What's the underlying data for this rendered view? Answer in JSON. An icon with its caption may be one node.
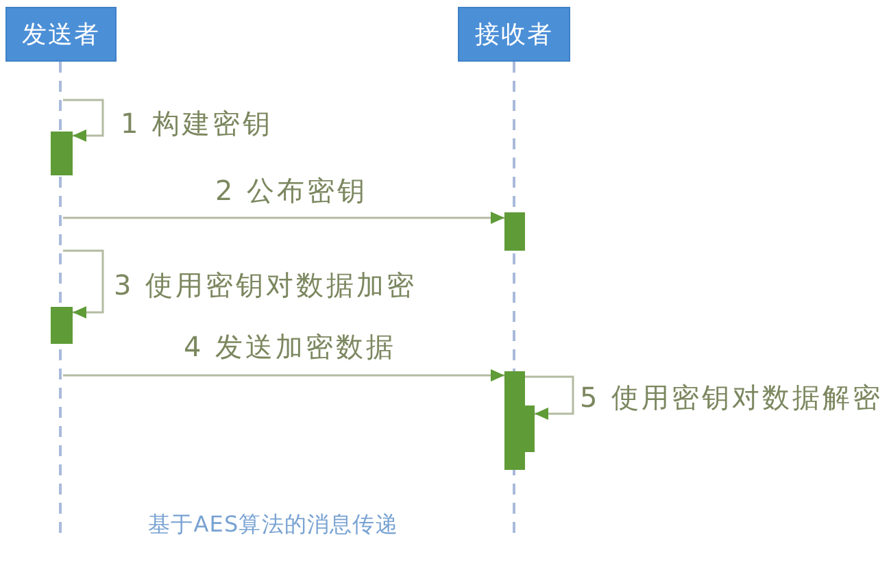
{
  "diagram": {
    "caption": "基于AES算法的消息传递",
    "nodes": [
      {
        "text": [
          "发送者"
        ]
      },
      {
        "text": [
          "接收者"
        ]
      },
      {
        "text": [],
        "shape": "line"
      },
      {
        "text": [],
        "shape": "line"
      },
      {
        "text": [],
        "shape": "bar"
      },
      {
        "text": [],
        "shape": "bar"
      },
      {
        "text": [],
        "shape": "bar"
      },
      {
        "text": [],
        "shape": "bar"
      },
      {
        "text": [],
        "shape": "bar"
      }
    ],
    "edges": [
      {
        "from": 2,
        "to": 4,
        "arrow": "to",
        "label": "1 构建密钥"
      },
      {
        "from": 2,
        "to": 5,
        "arrow": "to",
        "label": "2 公布密钥"
      },
      {
        "from": 2,
        "to": 6,
        "arrow": "to",
        "label": "3 使用密钥对数据加密"
      },
      {
        "from": 2,
        "to": 7,
        "arrow": "to",
        "label": "4 发送加密数据"
      },
      {
        "from": 7,
        "to": 8,
        "arrow": "to",
        "label": "5 使用密钥对数据解密"
      }
    ]
  }
}
